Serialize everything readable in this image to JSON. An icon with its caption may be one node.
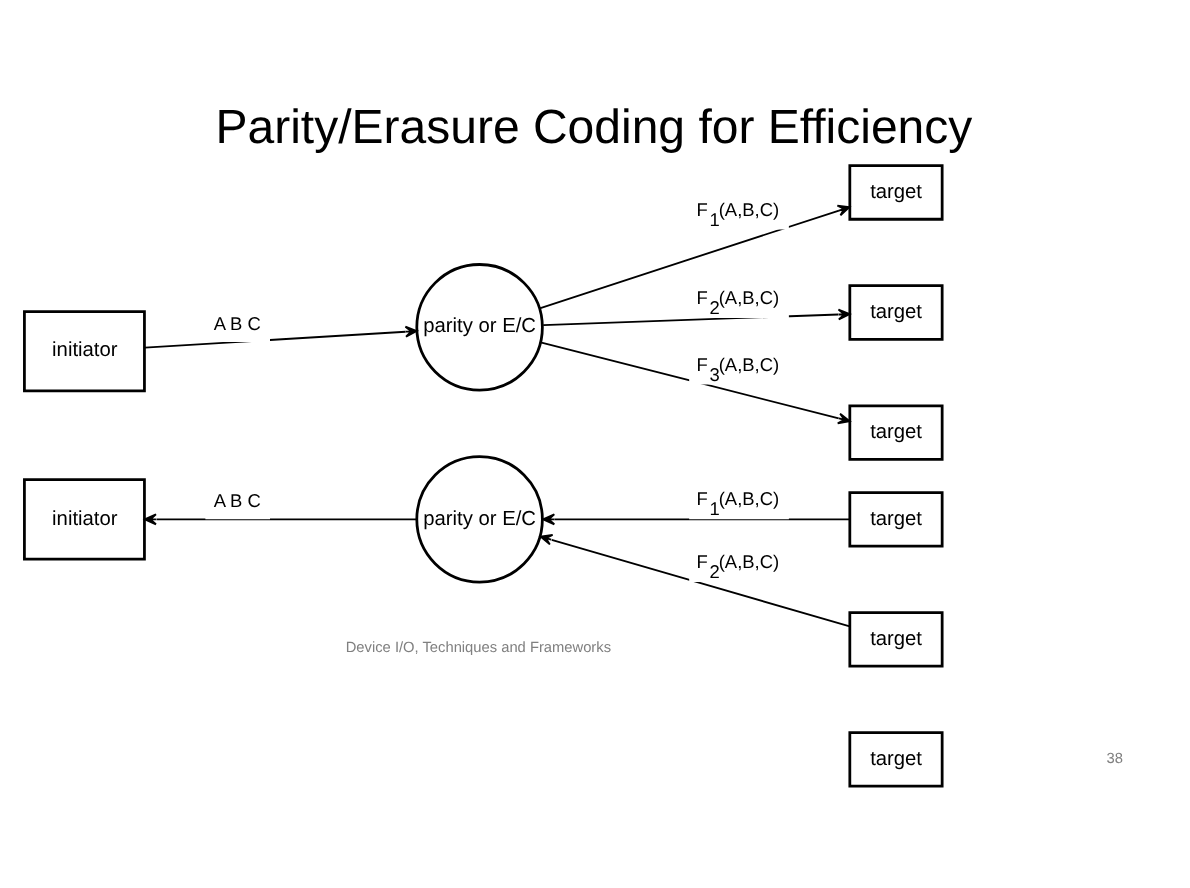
{
  "diagram": {
    "title": "Parity/Erasure Coding for Efficiency",
    "nodes": [
      {
        "text": [
          "initiator"
        ]
      },
      {
        "text": [
          "parity or E/C"
        ]
      },
      {
        "text": [
          "target"
        ]
      },
      {
        "text": [
          "target"
        ]
      },
      {
        "text": [
          "target"
        ]
      },
      {
        "text": [
          "initiator"
        ]
      },
      {
        "text": [
          "parity or E/C"
        ]
      },
      {
        "text": [
          "target"
        ]
      },
      {
        "text": [
          "target"
        ]
      },
      {
        "text": [
          "target"
        ]
      }
    ],
    "edges": [
      {
        "from": 0,
        "to": 1,
        "arrow": "to",
        "label": "A B C"
      },
      {
        "from": 1,
        "to": 2,
        "arrow": "to",
        "label": "F$_{1}$(A,B,C)"
      },
      {
        "from": 1,
        "to": 3,
        "arrow": "to",
        "label": "F$_{2}$(A,B,C)"
      },
      {
        "from": 1,
        "to": 4,
        "arrow": "to",
        "label": "F$_{3}$(A,B,C)"
      },
      {
        "from": 7,
        "to": 6,
        "arrow": "to",
        "label": "F$_{1}$(A,B,C)"
      },
      {
        "from": 8,
        "to": 6,
        "arrow": "to",
        "label": "F$_{2}$(A,B,C)"
      },
      {
        "from": 6,
        "to": 5,
        "arrow": "to",
        "label": "A B C"
      }
    ],
    "labels": [
      "Device I/O, Techniques and Frameworks",
      "38"
    ]
  }
}
